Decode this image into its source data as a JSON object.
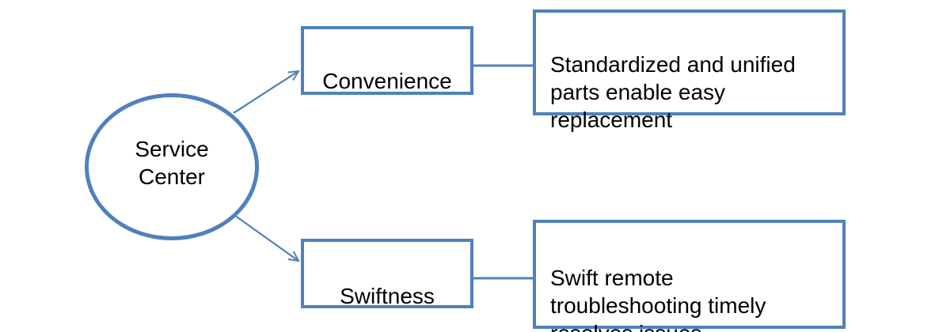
{
  "colors": {
    "accent": "#4F81BD",
    "text": "#000000",
    "background": "#FFFFFF"
  },
  "diagram": {
    "root_node": {
      "label": "Service\nCenter"
    },
    "branches": [
      {
        "node": {
          "label": "Convenience"
        },
        "description": {
          "text": "Standardized and unified\nparts enable easy\nreplacement"
        }
      },
      {
        "node": {
          "label": "Swiftness"
        },
        "description": {
          "text": "Swift remote\ntroubleshooting timely\nresolves issues"
        }
      }
    ]
  }
}
